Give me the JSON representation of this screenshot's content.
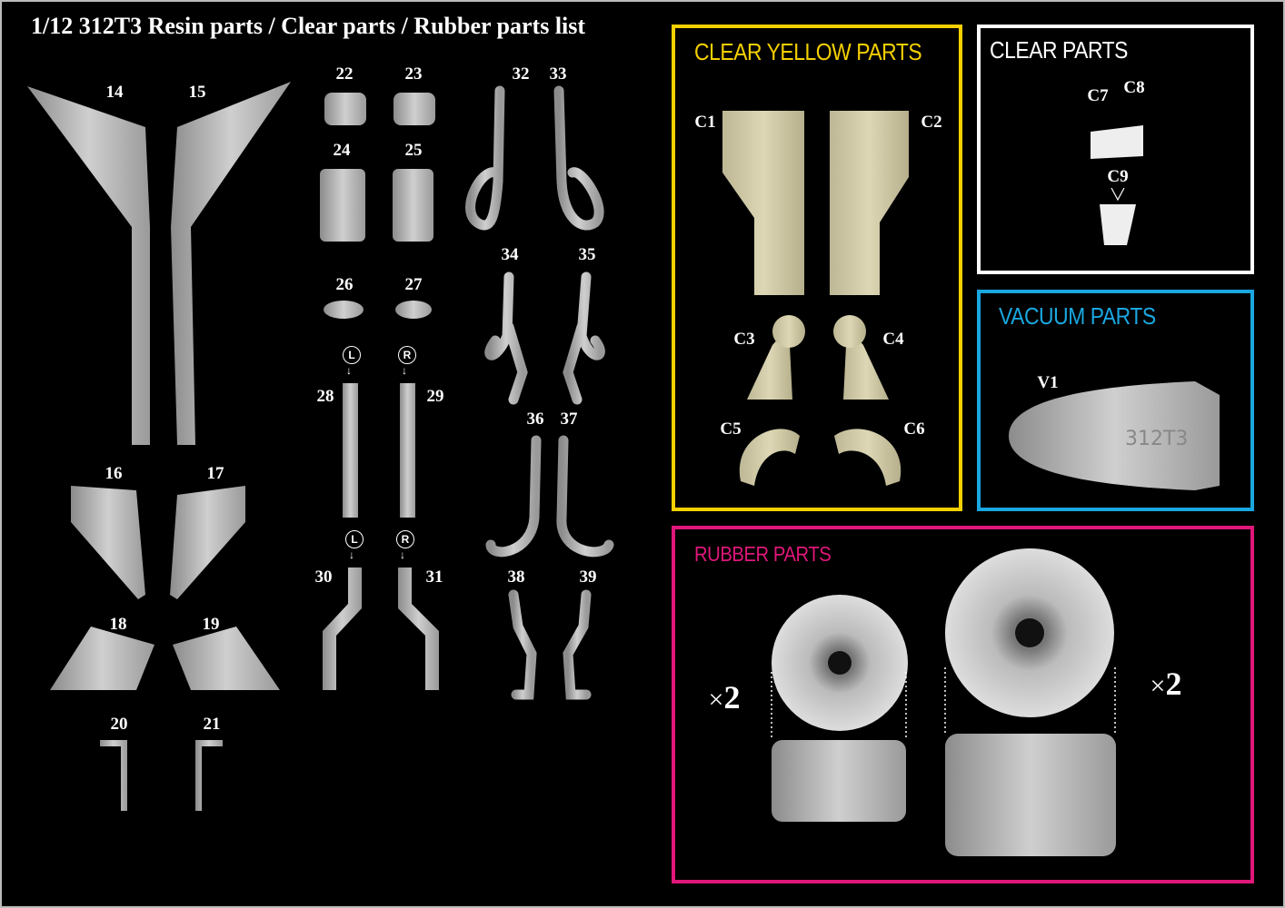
{
  "title": "1/12  312T3  Resin parts / Clear parts / Rubber parts list",
  "resin_parts": [
    "14",
    "15",
    "16",
    "17",
    "18",
    "19",
    "20",
    "21",
    "22",
    "23",
    "24",
    "25",
    "26",
    "27",
    "28",
    "29",
    "30",
    "31",
    "32",
    "33",
    "34",
    "35",
    "36",
    "37",
    "38",
    "39"
  ],
  "side_markers": {
    "left": "L",
    "right": "R"
  },
  "sections": {
    "clear_yellow": {
      "title": "CLEAR YELLOW PARTS",
      "color": "#f5d000",
      "parts": [
        "C1",
        "C2",
        "C3",
        "C4",
        "C5",
        "C6"
      ]
    },
    "clear": {
      "title": "CLEAR PARTS",
      "color": "#ffffff",
      "parts": [
        "C7",
        "C8",
        "C9"
      ]
    },
    "vacuum": {
      "title": "VACUUM PARTS",
      "color": "#1aa7e0",
      "parts": [
        "V1"
      ],
      "embossed": "312T3"
    },
    "rubber": {
      "title": "RUBBER PARTS",
      "color": "#e0177a",
      "quantity_small": "2",
      "quantity_large": "2",
      "times_symbol": "×"
    }
  }
}
